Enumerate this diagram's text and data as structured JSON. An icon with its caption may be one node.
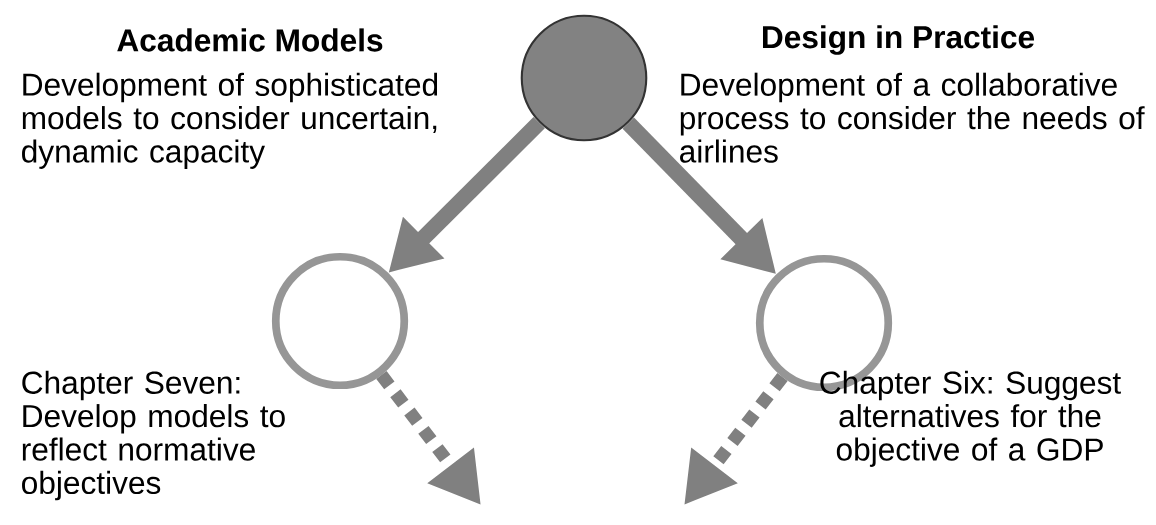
{
  "diagram": {
    "nodes": [
      {
        "text": [],
        "shape": "circle"
      },
      {
        "text": [],
        "shape": "circle"
      },
      {
        "text": [],
        "shape": "circle"
      }
    ],
    "edges": [
      {
        "from": 0,
        "to": 1,
        "arrow": "to"
      },
      {
        "from": 0,
        "to": 2,
        "arrow": "to"
      },
      {
        "from": 1,
        "to": null,
        "arrow": "to",
        "style": "dashed"
      },
      {
        "from": 2,
        "to": null,
        "arrow": "to",
        "style": "dashed"
      }
    ],
    "labels": [
      "Academic Models",
      "Design in Practice",
      "Development of sophisticated models to consider uncertain, dynamic capacity",
      "Development of a collaborative process to consider the needs of airlines",
      "Chapter Seven: Develop models to reflect normative objectives",
      "Chapter Six: Suggest alternatives for the objective of a GDP"
    ]
  }
}
